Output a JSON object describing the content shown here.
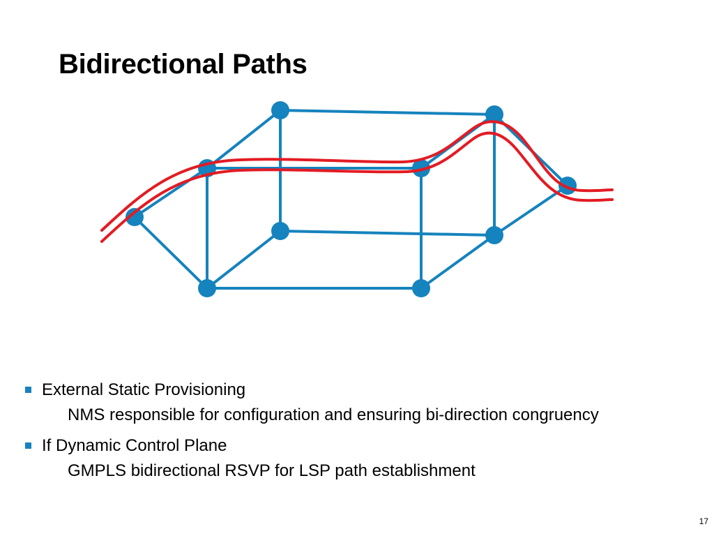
{
  "slide": {
    "title": "Bidirectional Paths",
    "page_number": "17"
  },
  "bullets": [
    {
      "text": "External Static  Provisioning",
      "subtext": "NMS responsible for  configuration and ensuring bi-direction congruency"
    },
    {
      "text": "If Dynamic Control Plane",
      "subtext": "GMPLS bidirectional RSVP for LSP path establishment"
    }
  ],
  "diagram": {
    "link_color": "#1583bd",
    "node_color": "#1583bd",
    "path_color": "#e31b23",
    "node_count": 10
  }
}
